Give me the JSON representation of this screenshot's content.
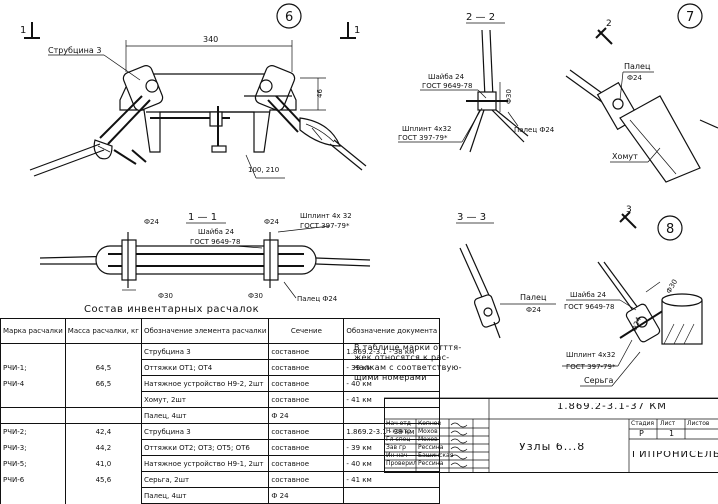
{
  "views": {
    "v6": "6",
    "v7": "7",
    "v8": "8",
    "sec11": "1 — 1",
    "sec22": "2 — 2",
    "sec33": "3 — 3",
    "cut1_left": "1",
    "cut1_right": "1",
    "cut2": "2",
    "cut3": "3"
  },
  "labels": {
    "strubtsina": "Струбцина 3",
    "dim_340": "340",
    "dim_46": "46",
    "dim_100_210": "100, 210",
    "washer": "Шайба 24",
    "washer_gost": "ГОСТ 9649-78",
    "pin": "Шплинт 4х32",
    "pin_gost": "ГОСТ 397-79*",
    "pin11": "Шплинт 4х 32",
    "pin11_gost": "ГОСТ 397-79*",
    "finger_d24": "Палец Ф24",
    "d30": "Ф30",
    "d24": "Ф24",
    "finger": "Палец",
    "clamp": "Хомут",
    "earring": "Серьга"
  },
  "inventory": {
    "title": "Состав инвентарных расчалок",
    "headers": {
      "mark": "Марка расчалки",
      "mass": "Масса расчалки, кг",
      "element": "Обозначение элемента расчалки",
      "section": "Сечение",
      "document": "Обозначение документа"
    },
    "rows": [
      {
        "mark": "",
        "mass": "",
        "element": "Струбцина 3",
        "section": "составное",
        "document": "1.869.2-3.1 - 38 км"
      },
      {
        "mark": "РЧИ-1;",
        "mass": "64,5",
        "element": "Оттяжки ОТ1; ОТ4",
        "section": "составное",
        "document": "- 39 км"
      },
      {
        "mark": "РЧИ-4",
        "mass": "66,5",
        "element": "Натяжное устройство Н9-2, 2шт",
        "section": "составное",
        "document": "- 40 км"
      },
      {
        "mark": "",
        "mass": "",
        "element": "Хомут, 2шт",
        "section": "составное",
        "document": "- 41 км"
      },
      {
        "mark": "",
        "mass": "",
        "element": "Палец, 4шт",
        "section": "Ф 24",
        "document": ""
      },
      {
        "mark": "РЧИ-2;",
        "mass": "42,4",
        "element": "Струбцина 3",
        "section": "составное",
        "document": "1.869.2-3.1 - 38 км"
      },
      {
        "mark": "РЧИ-3;",
        "mass": "44,2",
        "element": "Оттяжки ОТ2; ОТ3; ОТ5; ОТ6",
        "section": "составное",
        "document": "- 39 км"
      },
      {
        "mark": "РЧИ-5;",
        "mass": "41,0",
        "element": "Натяжное устройство Н9-1, 2шт",
        "section": "составное",
        "document": "- 40 км"
      },
      {
        "mark": "РЧИ-6",
        "mass": "45,6",
        "element": "Серьга, 2шт",
        "section": "составное",
        "document": "- 41 км"
      },
      {
        "mark": "",
        "mass": "",
        "element": "Палец, 4шт",
        "section": "Ф 24",
        "document": ""
      }
    ]
  },
  "note": "В таблице марки отття-\nжек относятся к рас-\nчалкам с соответствую-\nщими номерами",
  "title_block": {
    "code": "1.869.2-3.1-37 КМ",
    "name": "Узлы 6...8",
    "org": "ГИПРОНИСЕЛЬХОЗ",
    "stage_label": "Стадия",
    "sheet_label": "Лист",
    "sheets_label": "Листов",
    "stage": "Р",
    "sheet": "1",
    "roles": [
      "Нач отд",
      "Н контр",
      "Гл спец",
      "Зав гр",
      "Ин нач",
      "Проверил"
    ],
    "people": [
      "Копнов",
      "Мохов",
      "Мохов",
      "Рессина",
      "Башинская",
      "Рессина"
    ]
  }
}
